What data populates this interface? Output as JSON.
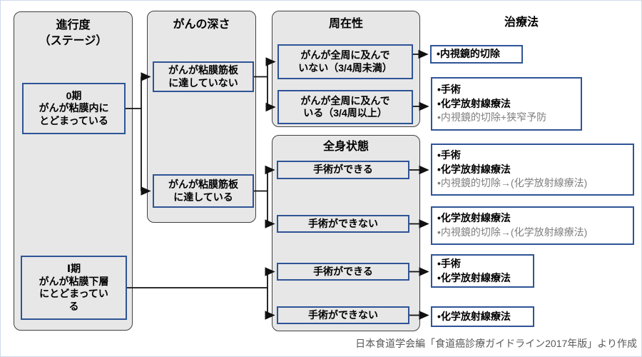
{
  "headers": {
    "stage": "進行度\n（ステージ）",
    "depth": "がんの深さ",
    "circumference": "周在性",
    "condition": "全身状態",
    "treatment": "治療法"
  },
  "nodes": {
    "stage0": "0期\nがんが粘膜内に\nとどまっている",
    "stage1": "Ⅰ期\nがんが粘膜下層\nにとどまってい\nる",
    "depth_not_reached": "がんが粘膜筋板\nに達していない",
    "depth_reached": "がんが粘膜筋板\nに達している",
    "circ_not_full": "がんが全周に及んで\nいない（3/4周未満）",
    "circ_full": "がんが全周に及んで\nいる（3/4周以上）",
    "operable_1": "手術ができる",
    "inoperable_1": "手術ができない",
    "operable_2": "手術ができる",
    "inoperable_2": "手術ができない"
  },
  "treatments": [
    [
      "•内視鏡的切除"
    ],
    [
      "•手術",
      "•化学放射線療法",
      "•内視鏡的切除+狭窄予防"
    ],
    [
      "•手術",
      "•化学放射線療法",
      "•内視鏡的切除→(化学放射線療法)"
    ],
    [
      "•化学放射線療法",
      "•内視鏡的切除→(化学放射線療法)"
    ],
    [
      "•手術",
      "•化学放射線療法"
    ],
    [
      "•化学放射線療法"
    ]
  ],
  "caption": "日本食道学会編「食道癌診療ガイドライン2017年版」より作成",
  "colors": {
    "panel_bg": "#e7e7e7",
    "panel_border": "#404040",
    "node_border": "#2e5496",
    "secondary_text": "#7f7f7f",
    "line": "#111111"
  }
}
